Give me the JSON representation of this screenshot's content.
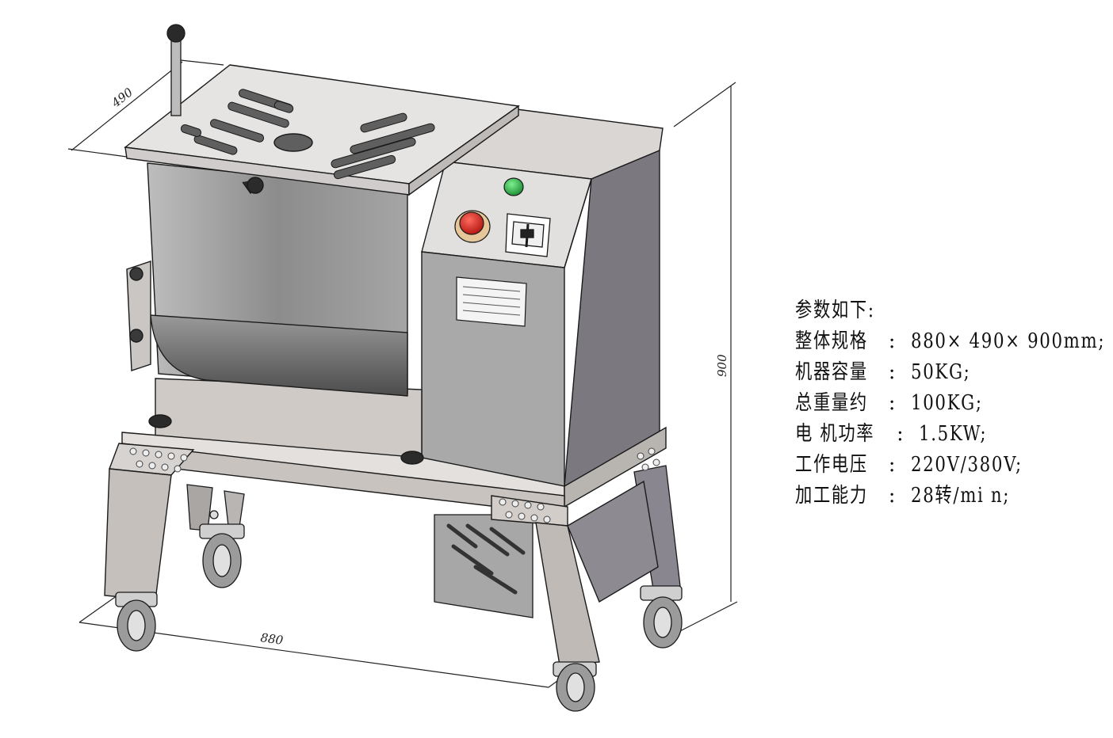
{
  "dimensions": {
    "depth": "490",
    "height": "900",
    "width": "880"
  },
  "specs": {
    "heading": "参数如下:",
    "rows": [
      {
        "label": "整体规格",
        "value": "880× 490× 900mm;"
      },
      {
        "label": "机器容量",
        "value": "50KG;"
      },
      {
        "label": "总重量约",
        "value": "100KG;"
      },
      {
        "label": "电 机功率",
        "value": "1.5KW;"
      },
      {
        "label": "工作电压",
        "value": "220V/380V;"
      },
      {
        "label": "加工能力",
        "value": "28转/mi n;"
      }
    ],
    "separator": ":"
  },
  "colors": {
    "line": "#1a1a1a",
    "tank": "#8e8e8e",
    "panel": "#a8a8a8",
    "side": "#7d7a80",
    "frame": "#c8c4c1",
    "top": "#d6d3d0",
    "green_button": "#2fb24a",
    "red_button": "#d9231e"
  },
  "icons": [
    "emergency-stop-icon",
    "power-indicator-icon",
    "rotary-switch-icon",
    "nameplate-icon",
    "caster-wheel-icon"
  ]
}
